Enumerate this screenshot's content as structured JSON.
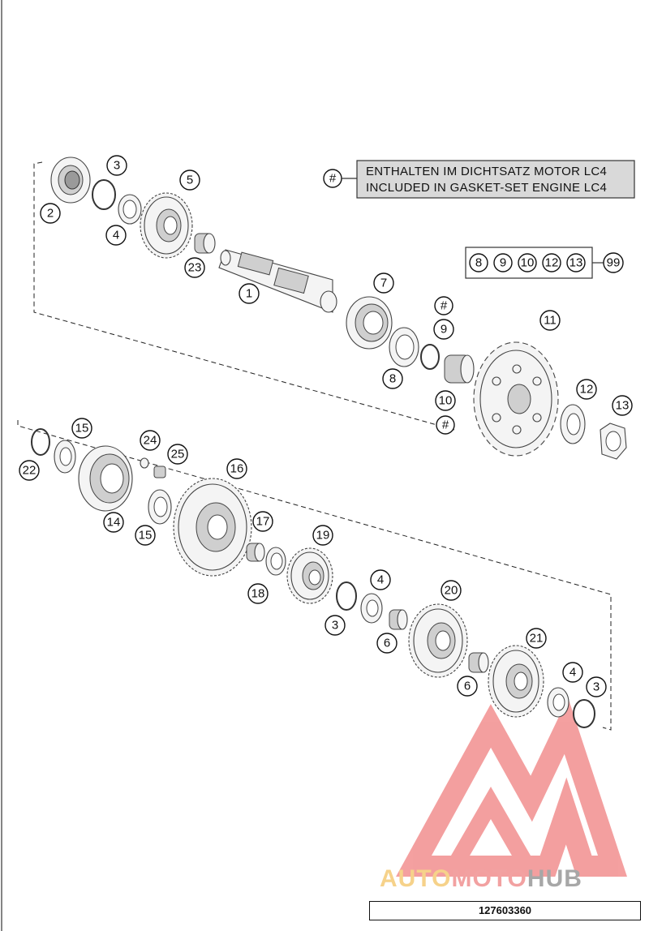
{
  "note": {
    "symbol": "#",
    "line1": "ENTHALTEN IM DICHTSATZ MOTOR LC4",
    "line2": "INCLUDED IN GASKET-SET ENGINE LC4"
  },
  "set_group": {
    "members": [
      "8",
      "9",
      "10",
      "12",
      "13"
    ],
    "set_number": "99"
  },
  "callouts": {
    "c1": "1",
    "c2": "2",
    "c3a": "3",
    "c4a": "4",
    "c5": "5",
    "c23": "23",
    "c7": "7",
    "c8": "8",
    "c9": "9",
    "c10": "10",
    "c11": "11",
    "c12": "12",
    "c13": "13",
    "hash1": "#",
    "hash2": "#",
    "c15a": "15",
    "c22": "22",
    "c14": "14",
    "c15b": "15",
    "c24": "24",
    "c25": "25",
    "c16": "16",
    "c17": "17",
    "c18": "18",
    "c19": "19",
    "c3b": "3",
    "c4b": "4",
    "c6a": "6",
    "c20": "20",
    "c6b": "6",
    "c21": "21",
    "c4c": "4",
    "c3c": "3"
  },
  "doc_number": "127603360",
  "watermark": {
    "part_a": "AUTO",
    "part_b": "MOTO",
    "part_c": "HUB",
    "colors": {
      "auto": "#f6d28a",
      "moto": "#f2a1a1",
      "hub": "#a7a7a7",
      "logo": "#f08080"
    }
  }
}
